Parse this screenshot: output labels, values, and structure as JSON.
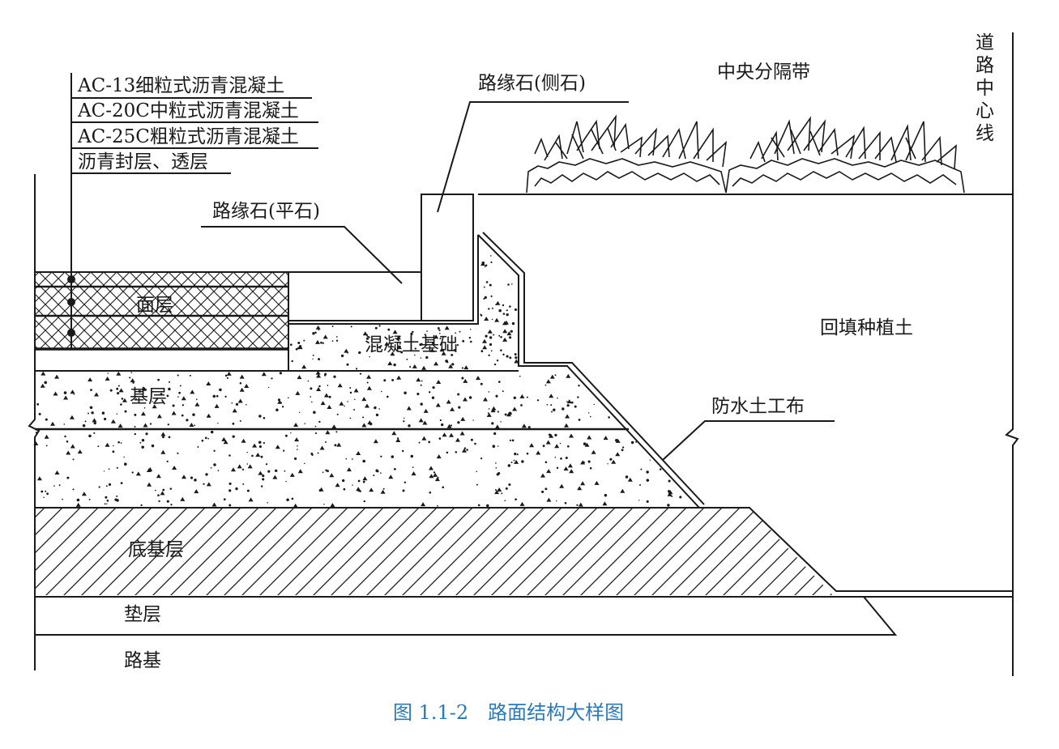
{
  "diagram": {
    "layer_labels": {
      "ac13": "AC-13细粒式沥青混凝土",
      "ac20c": "AC-20C中粒式沥青混凝土",
      "ac25c": "AC-25C粗粒式沥青混凝土",
      "seal": "沥青封层、透层"
    },
    "curb_side": "路缘石(侧石)",
    "curb_flat": "路缘石(平石)",
    "median": "中央分隔带",
    "centerline_chars": [
      "道",
      "路",
      "中",
      "心",
      "线"
    ],
    "surface_layer": "面层",
    "concrete_foundation": "混凝土基础",
    "backfill_soil": "回填种植土",
    "base_layer": "基层",
    "geotextile": "防水土工布",
    "subbase_layer": "底基层",
    "cushion_layer": "垫层",
    "subgrade": "路基"
  },
  "caption": "图 1.1-2　路面结构大样图",
  "colors": {
    "line": "#1a1a1a",
    "caption": "#2a79b8",
    "background": "#ffffff"
  }
}
